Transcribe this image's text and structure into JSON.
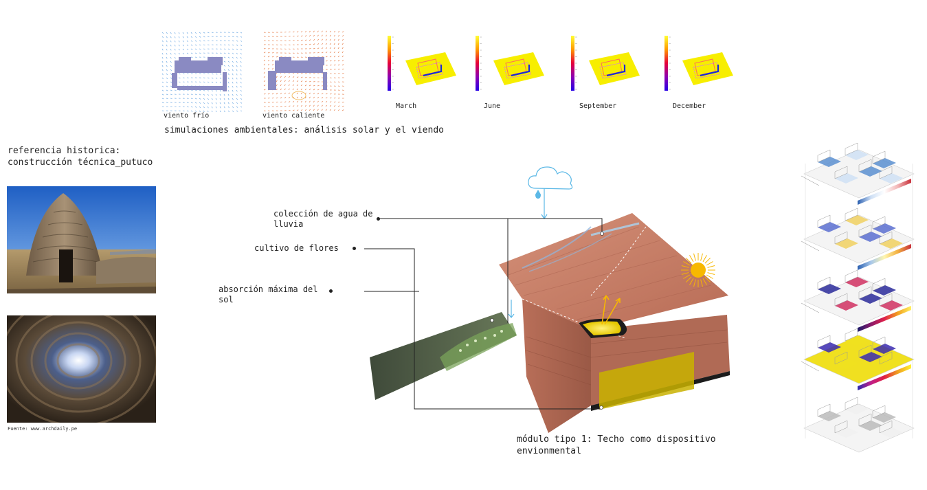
{
  "wind": {
    "cold_label": "viento frío",
    "hot_label": "viento caliente",
    "cold_color": "#7fb3e6",
    "hot_color": "#e88a5b",
    "building_color": "#8a8ac2"
  },
  "solar": {
    "months": [
      "March",
      "June",
      "September",
      "December"
    ],
    "plane_color": "#f7ee00",
    "scale_colors": [
      "#ffff33",
      "#ff9900",
      "#e6003a",
      "#8c00b3",
      "#2600e6"
    ]
  },
  "sim_title": "simulaciones ambientales: análisis solar y el viendo",
  "reference": {
    "title_line1": "referencia historica:",
    "title_line2": "construcción técnica_putuco",
    "source": "Fuente: www.archdaily.pe"
  },
  "callouts": {
    "rain_line1": "colección de agua de",
    "rain_line2": "lluvia",
    "flowers": "cultivo de flores",
    "sun_line1": "absorción máxima del",
    "sun_line2": "sol"
  },
  "module": {
    "line1": "módulo tipo 1: Techo como dispositivo",
    "line2": "envionmental"
  },
  "colors": {
    "earth": "#c77a62",
    "earth_dark": "#9f5b48",
    "cloud": "#5bb8e6",
    "sun": "#f7b800",
    "glow": "#e6c800"
  }
}
